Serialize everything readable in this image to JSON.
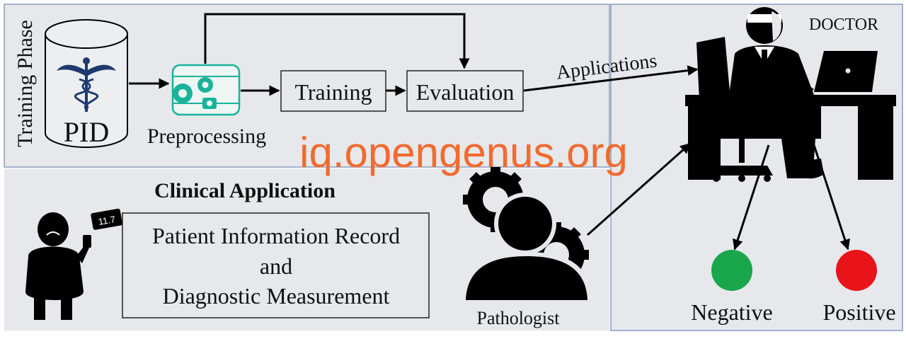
{
  "training": {
    "phase_label": "Training Phase",
    "database_label": "PID",
    "preprocessing_label": "Preprocessing",
    "training_label": "Training",
    "evaluation_label": "Evaluation"
  },
  "applications_label": "Applications",
  "doctor_label": "DOCTOR",
  "clinical": {
    "title": "Clinical Application",
    "record_line1": "Patient Information Record",
    "record_line2": "and",
    "record_line3": "Diagnostic Measurement",
    "glucose_reading": "11.7"
  },
  "pathologist_label": "Pathologist",
  "outcomes": {
    "negative_label": "Negative",
    "positive_label": "Positive",
    "negative_color": "#1aa64a",
    "positive_color": "#e8141a"
  },
  "watermark": "iq.opengenus.org",
  "colors": {
    "panel_bg": "#e6e8eb",
    "panel_border": "#8a9bbf",
    "preprocess_accent": "#19b39a"
  }
}
